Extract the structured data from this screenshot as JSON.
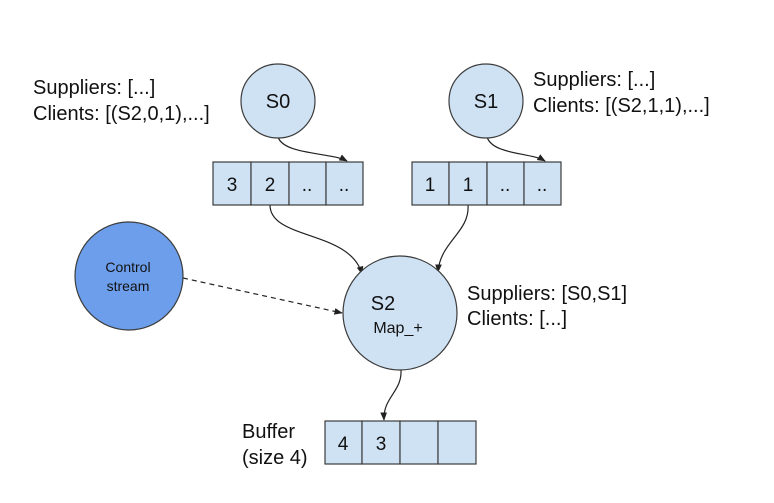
{
  "nodes": {
    "s0": {
      "title": "S0"
    },
    "s1": {
      "title": "S1"
    },
    "s2": {
      "title": "S2",
      "subtitle": "Map_+"
    },
    "control": {
      "line1": "Control",
      "line2": "stream"
    }
  },
  "labels": {
    "s0_suppliers": "Suppliers: [...]",
    "s0_clients": "Clients: [(S2,0,1),...]",
    "s1_suppliers": "Suppliers: [...]",
    "s1_clients": "Clients: [(S2,1,1),...]",
    "s2_suppliers": "Suppliers: [S0,S1]",
    "s2_clients": "Clients: [...]",
    "buffer_line1": "Buffer",
    "buffer_line2": "(size 4)"
  },
  "buffers": {
    "s0": [
      "3",
      "2",
      "..",
      ".."
    ],
    "s1": [
      "1",
      "1",
      "..",
      ".."
    ],
    "output": [
      "4",
      "3",
      "",
      ""
    ]
  },
  "colors": {
    "node_fill": "#cfe2f3",
    "control_fill": "#6d9eeb",
    "stroke": "#3c3c3c"
  }
}
